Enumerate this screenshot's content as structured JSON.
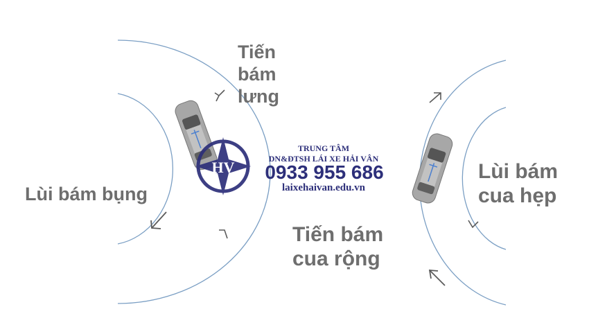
{
  "labels": {
    "tien_bam_lung": [
      "Tiến",
      "bám",
      "lưng"
    ],
    "lui_bam_bung": "Lùi bám bụng",
    "lui_bam_cua_hep": [
      "Lùi bám",
      "cua hẹp"
    ],
    "tien_bam_cua_rong": [
      "Tiến bám",
      "cua rộng"
    ]
  },
  "watermark": {
    "logo_text": "HV",
    "center_name": "TRUNG TÂM",
    "org_name": "DN&ĐTSH LÁI XE HẢI VÂN",
    "phone": "0933 955 686",
    "website": "laixehaivan.edu.vn"
  },
  "colors": {
    "curve": "#7b9fc4",
    "arrow": "#5a5a5a",
    "label": "#6e6e6e",
    "watermark": "#2d2f7a",
    "car_body": "#a7a7a7"
  }
}
